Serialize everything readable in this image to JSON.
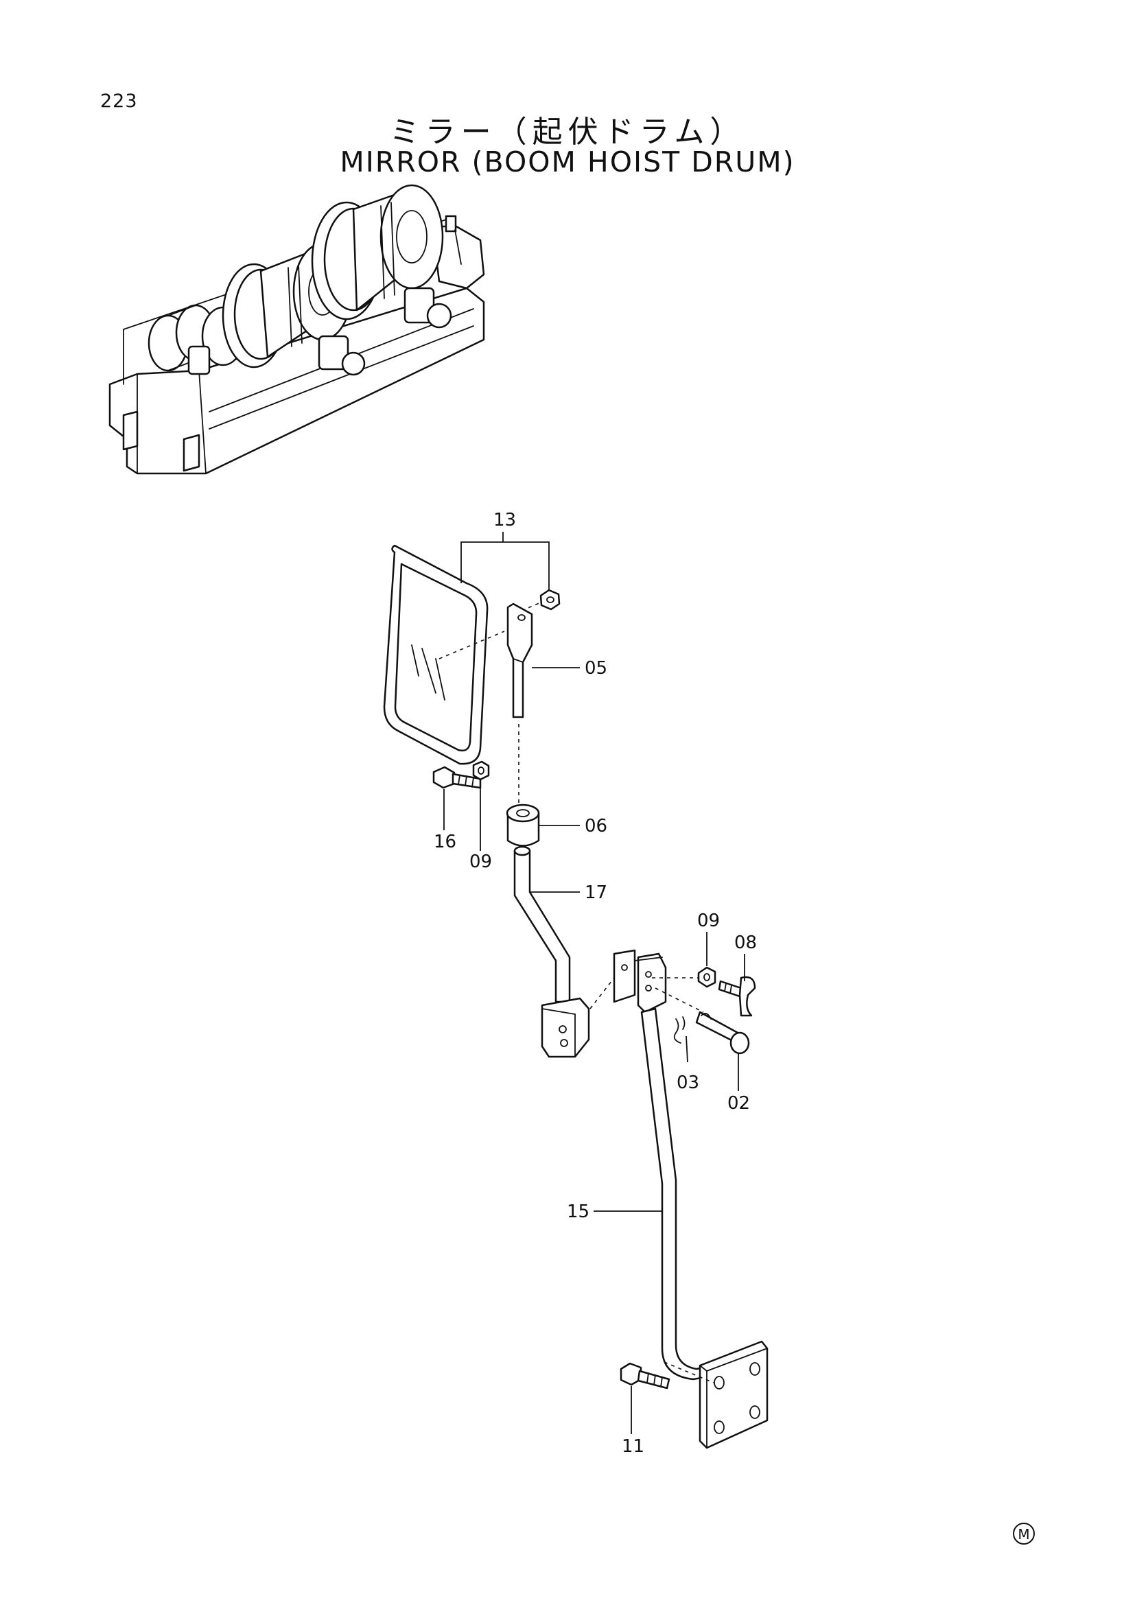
{
  "page": {
    "number": "223",
    "title_jp": "ミラー（起伏ドラム）",
    "title_en": "MIRROR (BOOM HOIST DRUM)",
    "mark": "M"
  },
  "callouts": [
    {
      "id": "13",
      "text": "13"
    },
    {
      "id": "05",
      "text": "05"
    },
    {
      "id": "16",
      "text": "16"
    },
    {
      "id": "09a",
      "text": "09"
    },
    {
      "id": "06",
      "text": "06"
    },
    {
      "id": "17",
      "text": "17"
    },
    {
      "id": "09b",
      "text": "09"
    },
    {
      "id": "08",
      "text": "08"
    },
    {
      "id": "03",
      "text": "03"
    },
    {
      "id": "02",
      "text": "02"
    },
    {
      "id": "15",
      "text": "15"
    },
    {
      "id": "11",
      "text": "11"
    }
  ]
}
